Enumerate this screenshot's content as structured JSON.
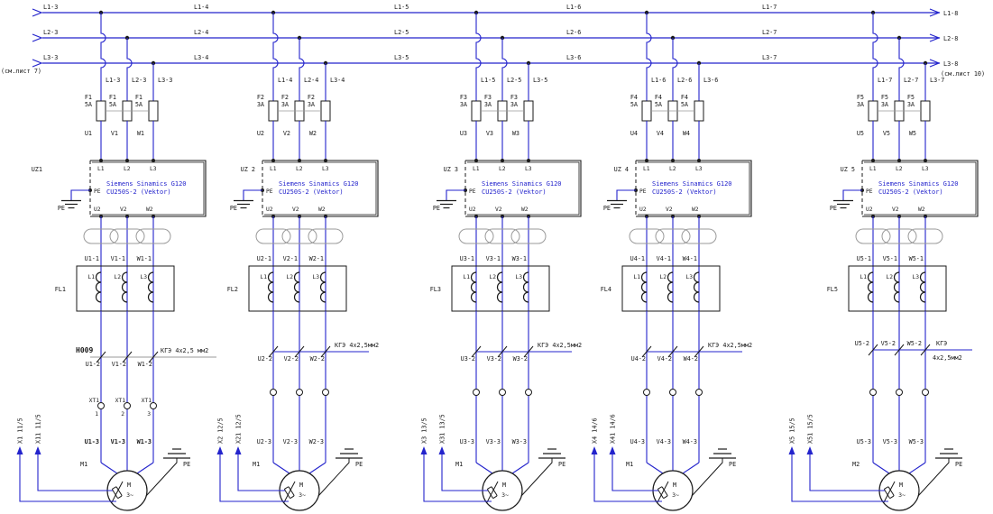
{
  "meta": {
    "sheet_ref_left": "(см.лист 7)",
    "sheet_ref_right": "(см.лист 10)",
    "colors": {
      "wire": "#2323cc",
      "outline": "#1a1a1a",
      "gray": "#9a9a9a",
      "drive_text": "#2323cc"
    }
  },
  "buses": [
    {
      "left_label": "L1-3",
      "segment_labels": [
        "L1-4",
        "L1-5",
        "L1-6",
        "L1-7"
      ],
      "right_label": "L1-8"
    },
    {
      "left_label": "L2-3",
      "segment_labels": [
        "L2-4",
        "L2-5",
        "L2-6",
        "L2-7"
      ],
      "right_label": "L2-8"
    },
    {
      "left_label": "L3-3",
      "segment_labels": [
        "L3-4",
        "L3-5",
        "L3-6",
        "L3-7"
      ],
      "right_label": "L3-8"
    }
  ],
  "circuits": [
    {
      "uz_label": "UZ1",
      "tap_labels": [
        "L1-3",
        "L2-3",
        "L3-3"
      ],
      "fuse": {
        "name": "F1",
        "rating": "5A"
      },
      "input_labels": [
        "U1",
        "V1",
        "W1"
      ],
      "drive": {
        "title_line1": "Siemens Sinamics G120",
        "title_line2": "CU250S-2 (Vektor)",
        "top_terminals": [
          "L1",
          "L2",
          "L3"
        ],
        "bottom_terminals": [
          "U2",
          "V2",
          "W2"
        ],
        "pe_terminal": "PE",
        "pe_ground": "PE"
      },
      "wire_labels_1": [
        "U1-1",
        "V1-1",
        "W1-1"
      ],
      "filter": {
        "label": "FL1",
        "terminals": [
          "L1",
          "L2",
          "L3"
        ]
      },
      "cable": {
        "mark": "H009",
        "type": "КГЭ 4x2,5 мм2"
      },
      "wire_labels_2": [
        "U1-2",
        "V1-2",
        "W1-2"
      ],
      "terminals": {
        "label": "XT1",
        "pins": [
          "1",
          "2",
          "3"
        ]
      },
      "wire_labels_3": [
        "U1-3",
        "V1-3",
        "W1-3"
      ],
      "connector_refs": [
        "X1 11/5",
        "X11 11/5"
      ],
      "motor": {
        "label": "M1",
        "symbol": "M",
        "phases": "3~",
        "pe_ground": "PE"
      }
    },
    {
      "uz_label": "UZ  2",
      "tap_labels": [
        "L1-4",
        "L2-4",
        "L3-4"
      ],
      "fuse": {
        "name": "F2",
        "rating": "3A"
      },
      "input_labels": [
        "U2",
        "V2",
        "W2"
      ],
      "drive": {
        "title_line1": "Siemens Sinamics G120",
        "title_line2": "CU250S-2 (Vektor)",
        "top_terminals": [
          "L1",
          "L2",
          "L3"
        ],
        "bottom_terminals": [
          "U2",
          "V2",
          "W2"
        ],
        "pe_terminal": "PE",
        "pe_ground": "PE"
      },
      "wire_labels_1": [
        "U2-1",
        "V2-1",
        "W2-1"
      ],
      "filter": {
        "label": "FL2",
        "terminals": [
          "L1",
          "L2",
          "L3"
        ]
      },
      "cable": {
        "mark": "",
        "type": "КГЭ 4x2,5мм2"
      },
      "wire_labels_2": [
        "U2-2",
        "V2-2",
        "W2-2"
      ],
      "terminals": {
        "label": "",
        "pins": []
      },
      "wire_labels_3": [
        "U2-3",
        "V2-3",
        "W2-3"
      ],
      "connector_refs": [
        "X2 12/5",
        "X21 12/5"
      ],
      "motor": {
        "label": "M1",
        "symbol": "M",
        "phases": "3~",
        "pe_ground": "PE"
      }
    },
    {
      "uz_label": "UZ  3",
      "tap_labels": [
        "L1-5",
        "L2-5",
        "L3-5"
      ],
      "fuse": {
        "name": "F3",
        "rating": "3A"
      },
      "input_labels": [
        "U3",
        "V3",
        "W3"
      ],
      "drive": {
        "title_line1": "Siemens Sinamics G120",
        "title_line2": "CU250S-2 (Vektor)",
        "top_terminals": [
          "L1",
          "L2",
          "L3"
        ],
        "bottom_terminals": [
          "U2",
          "V2",
          "W2"
        ],
        "pe_terminal": "PE",
        "pe_ground": "PE"
      },
      "wire_labels_1": [
        "U3-1",
        "V3-1",
        "W3-1"
      ],
      "filter": {
        "label": "FL3",
        "terminals": [
          "L1",
          "L2",
          "L3"
        ]
      },
      "cable": {
        "mark": "",
        "type": "КГЭ 4x2,5мм2"
      },
      "wire_labels_2": [
        "U3-2",
        "V3-2",
        "W3-2"
      ],
      "terminals": {
        "label": "",
        "pins": []
      },
      "wire_labels_3": [
        "U3-3",
        "V3-3",
        "W3-3"
      ],
      "connector_refs": [
        "X3 13/5",
        "X31 13/5"
      ],
      "motor": {
        "label": "M1",
        "symbol": "M",
        "phases": "3~",
        "pe_ground": "PE"
      }
    },
    {
      "uz_label": "UZ  4",
      "tap_labels": [
        "L1-6",
        "L2-6",
        "L3-6"
      ],
      "fuse": {
        "name": "F4",
        "rating": "5A"
      },
      "input_labels": [
        "U4",
        "V4",
        "W4"
      ],
      "drive": {
        "title_line1": "Siemens Sinamics G120",
        "title_line2": "CU250S-2 (Vektor)",
        "top_terminals": [
          "L1",
          "L2",
          "L3"
        ],
        "bottom_terminals": [
          "U2",
          "V2",
          "W2"
        ],
        "pe_terminal": "PE",
        "pe_ground": "PE"
      },
      "wire_labels_1": [
        "U4-1",
        "V4-1",
        "W4-1"
      ],
      "filter": {
        "label": "FL4",
        "terminals": [
          "L1",
          "L2",
          "L3"
        ]
      },
      "cable": {
        "mark": "",
        "type": "КГЭ 4x2,5мм2"
      },
      "wire_labels_2": [
        "U4-2",
        "V4-2",
        "W4-2"
      ],
      "terminals": {
        "label": "",
        "pins": []
      },
      "wire_labels_3": [
        "U4-3",
        "V4-3",
        "W4-3"
      ],
      "connector_refs": [
        "X4 14/6",
        "X41 14/6"
      ],
      "motor": {
        "label": "M1",
        "symbol": "M",
        "phases": "3~",
        "pe_ground": "PE"
      }
    },
    {
      "uz_label": "UZ  5",
      "tap_labels": [
        "L1-7",
        "L2-7",
        "L3-7"
      ],
      "fuse": {
        "name": "F5",
        "rating": "3A"
      },
      "input_labels": [
        "U5",
        "V5",
        "W5"
      ],
      "drive": {
        "title_line1": "Siemens Sinamics G120",
        "title_line2": "CU250S-2 (Vektor)",
        "top_terminals": [
          "L1",
          "L2",
          "L3"
        ],
        "bottom_terminals": [
          "U2",
          "V2",
          "W2"
        ],
        "pe_terminal": "PE",
        "pe_ground": "PE"
      },
      "wire_labels_1": [
        "U5-1",
        "V5-1",
        "W5-1"
      ],
      "filter": {
        "label": "FL5",
        "terminals": [
          "L1",
          "L2",
          "L3"
        ]
      },
      "cable": {
        "mark": "",
        "type_lines": [
          "КГЭ",
          "4x2,5мм2"
        ]
      },
      "wire_labels_2": [
        "U5-2",
        "V5-2",
        "W5-2"
      ],
      "terminals": {
        "label": "",
        "pins": []
      },
      "wire_labels_3": [
        "U5-3",
        "V5-3",
        "W5-3"
      ],
      "connector_refs": [
        "X5 15/5",
        "X51 15/5"
      ],
      "motor": {
        "label": "M2",
        "symbol": "M",
        "phases": "3~",
        "pe_ground": "PE"
      }
    }
  ]
}
